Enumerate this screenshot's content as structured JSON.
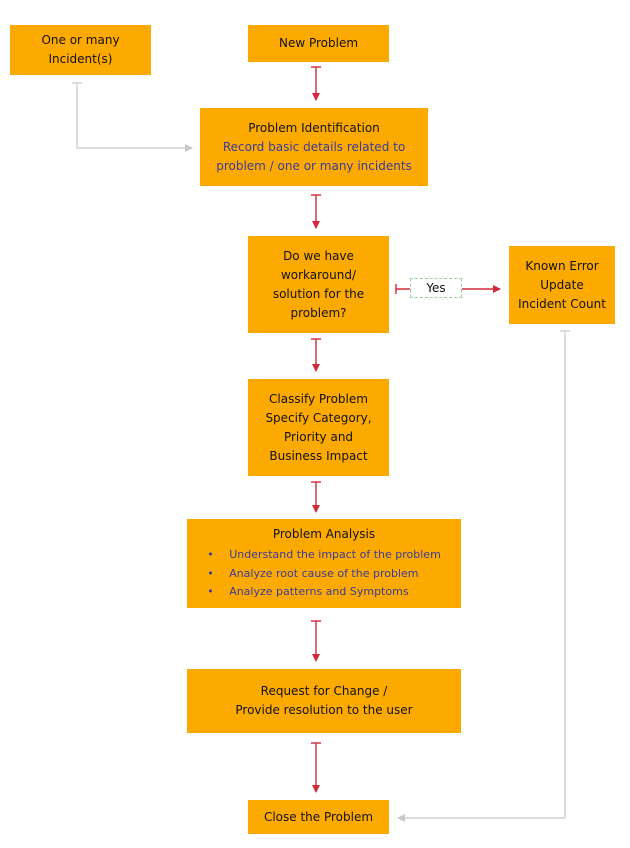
{
  "nodes": {
    "incidents": [
      "One or many",
      "Incident(s)"
    ],
    "new_problem": "New Problem",
    "identification": {
      "title": "Problem Identification",
      "detail": [
        "Record basic details related to",
        "problem / one or many incidents"
      ]
    },
    "workaround_question": [
      "Do we have",
      "workaround/",
      "solution for the",
      "problem?"
    ],
    "known_error": [
      "Known Error",
      "Update",
      "Incident Count"
    ],
    "classify": [
      "Classify Problem",
      "Specify Category,",
      "Priority and",
      "Business Impact"
    ],
    "analysis": {
      "title": "Problem Analysis",
      "bullets": [
        "Understand the impact of the problem",
        "Analyze root cause of the problem",
        "Analyze patterns and Symptoms"
      ]
    },
    "request_change": [
      "Request for Change /",
      "Provide resolution to the user"
    ],
    "close": "Close the Problem"
  },
  "edges": {
    "yes_label": "Yes"
  },
  "colors": {
    "box_fill": "#fdaa00",
    "detail_text": "#3a3c9c",
    "main_arrow": "#d12a3a",
    "side_arrow": "#c8c8c8"
  }
}
